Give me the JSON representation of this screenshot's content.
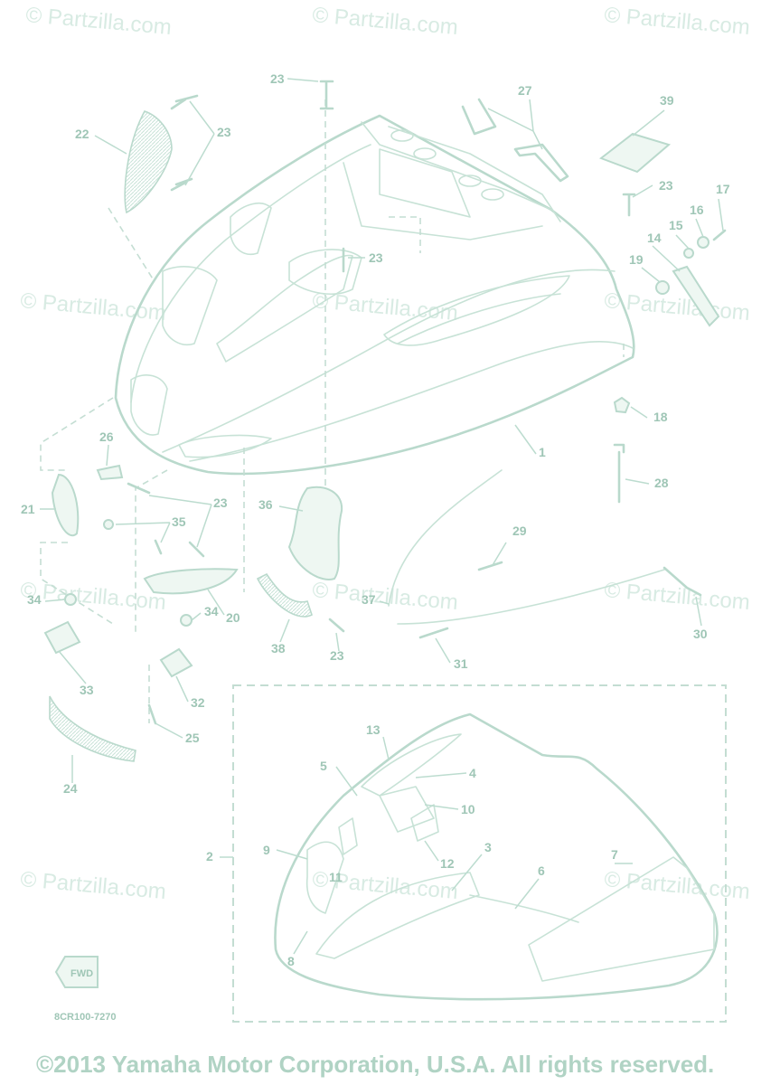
{
  "watermark_text": "© Partzilla.com",
  "diagram_code": "8CR100-7270",
  "fwd_label": "FWD",
  "copyright": "©2013 Yamaha Motor Corporation, U.S.A. All rights reserved.",
  "callouts": [
    {
      "id": "c1",
      "text": "1"
    },
    {
      "id": "c2",
      "text": "2"
    },
    {
      "id": "c3",
      "text": "3"
    },
    {
      "id": "c4",
      "text": "4"
    },
    {
      "id": "c5",
      "text": "5"
    },
    {
      "id": "c6",
      "text": "6"
    },
    {
      "id": "c7",
      "text": "7"
    },
    {
      "id": "c8",
      "text": "8"
    },
    {
      "id": "c9",
      "text": "9"
    },
    {
      "id": "c10",
      "text": "10"
    },
    {
      "id": "c11",
      "text": "11"
    },
    {
      "id": "c12",
      "text": "12"
    },
    {
      "id": "c13",
      "text": "13"
    },
    {
      "id": "c14",
      "text": "14"
    },
    {
      "id": "c15",
      "text": "15"
    },
    {
      "id": "c16",
      "text": "16"
    },
    {
      "id": "c17",
      "text": "17"
    },
    {
      "id": "c18",
      "text": "18"
    },
    {
      "id": "c19",
      "text": "19"
    },
    {
      "id": "c20",
      "text": "20"
    },
    {
      "id": "c21",
      "text": "21"
    },
    {
      "id": "c22",
      "text": "22"
    },
    {
      "id": "c23a",
      "text": "23"
    },
    {
      "id": "c23b",
      "text": "23"
    },
    {
      "id": "c23c",
      "text": "23"
    },
    {
      "id": "c23d",
      "text": "23"
    },
    {
      "id": "c23e",
      "text": "23"
    },
    {
      "id": "c23f",
      "text": "23"
    },
    {
      "id": "c24",
      "text": "24"
    },
    {
      "id": "c25",
      "text": "25"
    },
    {
      "id": "c26",
      "text": "26"
    },
    {
      "id": "c27",
      "text": "27"
    },
    {
      "id": "c28",
      "text": "28"
    },
    {
      "id": "c29",
      "text": "29"
    },
    {
      "id": "c30",
      "text": "30"
    },
    {
      "id": "c31",
      "text": "31"
    },
    {
      "id": "c32",
      "text": "32"
    },
    {
      "id": "c33",
      "text": "33"
    },
    {
      "id": "c34a",
      "text": "34"
    },
    {
      "id": "c34b",
      "text": "34"
    },
    {
      "id": "c35",
      "text": "35"
    },
    {
      "id": "c36",
      "text": "36"
    },
    {
      "id": "c37",
      "text": "37"
    },
    {
      "id": "c38",
      "text": "38"
    },
    {
      "id": "c39",
      "text": "39"
    }
  ],
  "colors": {
    "line": "#b9d9cc",
    "text": "#9fc6b6",
    "watermark": "#d8ebe3"
  }
}
